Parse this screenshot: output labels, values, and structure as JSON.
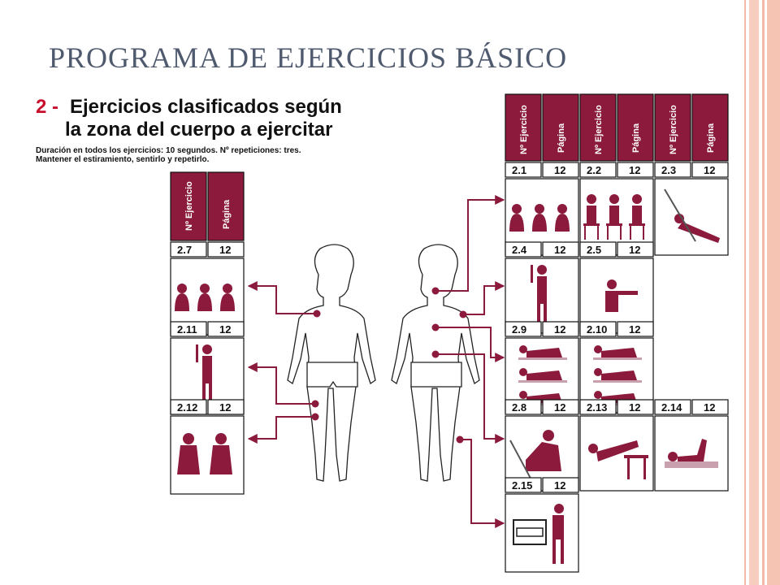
{
  "title": "PROGRAMA DE EJERCICIOS BÁSICO",
  "heading": {
    "number": "2 -",
    "line1": "Ejercicios clasificados según",
    "line2": "la zona del cuerpo a ejercitar"
  },
  "note": {
    "line1": "Duración en todos los ejercicios: 10 segundos. Nº repeticiones: tres.",
    "line2": "Mantener el estiramiento, sentirlo y repetirlo."
  },
  "column_headers": {
    "exercise": "Nº Ejercicio",
    "page": "Página"
  },
  "exercises": [
    {
      "id": "2.1",
      "page": "12"
    },
    {
      "id": "2.2",
      "page": "12"
    },
    {
      "id": "2.3",
      "page": "12"
    },
    {
      "id": "2.4",
      "page": "12"
    },
    {
      "id": "2.5",
      "page": "12"
    },
    {
      "id": "2.9",
      "page": "12"
    },
    {
      "id": "2.10",
      "page": "12"
    },
    {
      "id": "2.8",
      "page": "12"
    },
    {
      "id": "2.13",
      "page": "12"
    },
    {
      "id": "2.14",
      "page": "12"
    },
    {
      "id": "2.15",
      "page": "12"
    },
    {
      "id": "2.7",
      "page": "12"
    },
    {
      "id": "2.11",
      "page": "12"
    },
    {
      "id": "2.12",
      "page": "12"
    }
  ],
  "colors": {
    "maroon": "#8b1a3c",
    "figure": "#8b1a3c",
    "title": "#4f5a6e",
    "accent": "#c8102e",
    "stripe": "#f4b9a8"
  }
}
